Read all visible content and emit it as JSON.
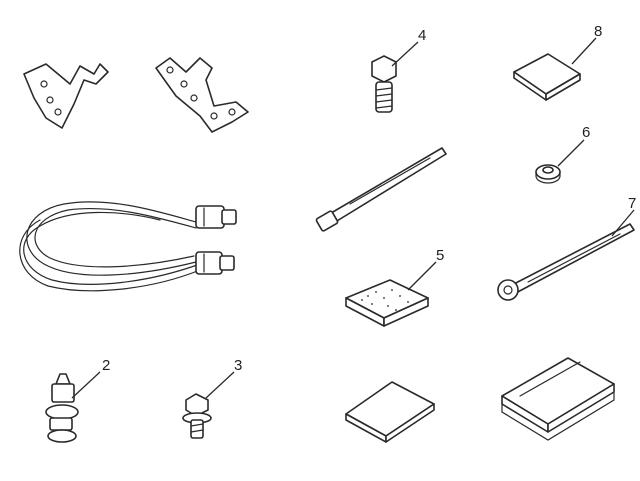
{
  "callouts": {
    "part_2": "2",
    "part_3": "3",
    "part_4": "4",
    "part_5": "5",
    "part_6": "6",
    "part_7": "7",
    "part_8": "8"
  }
}
